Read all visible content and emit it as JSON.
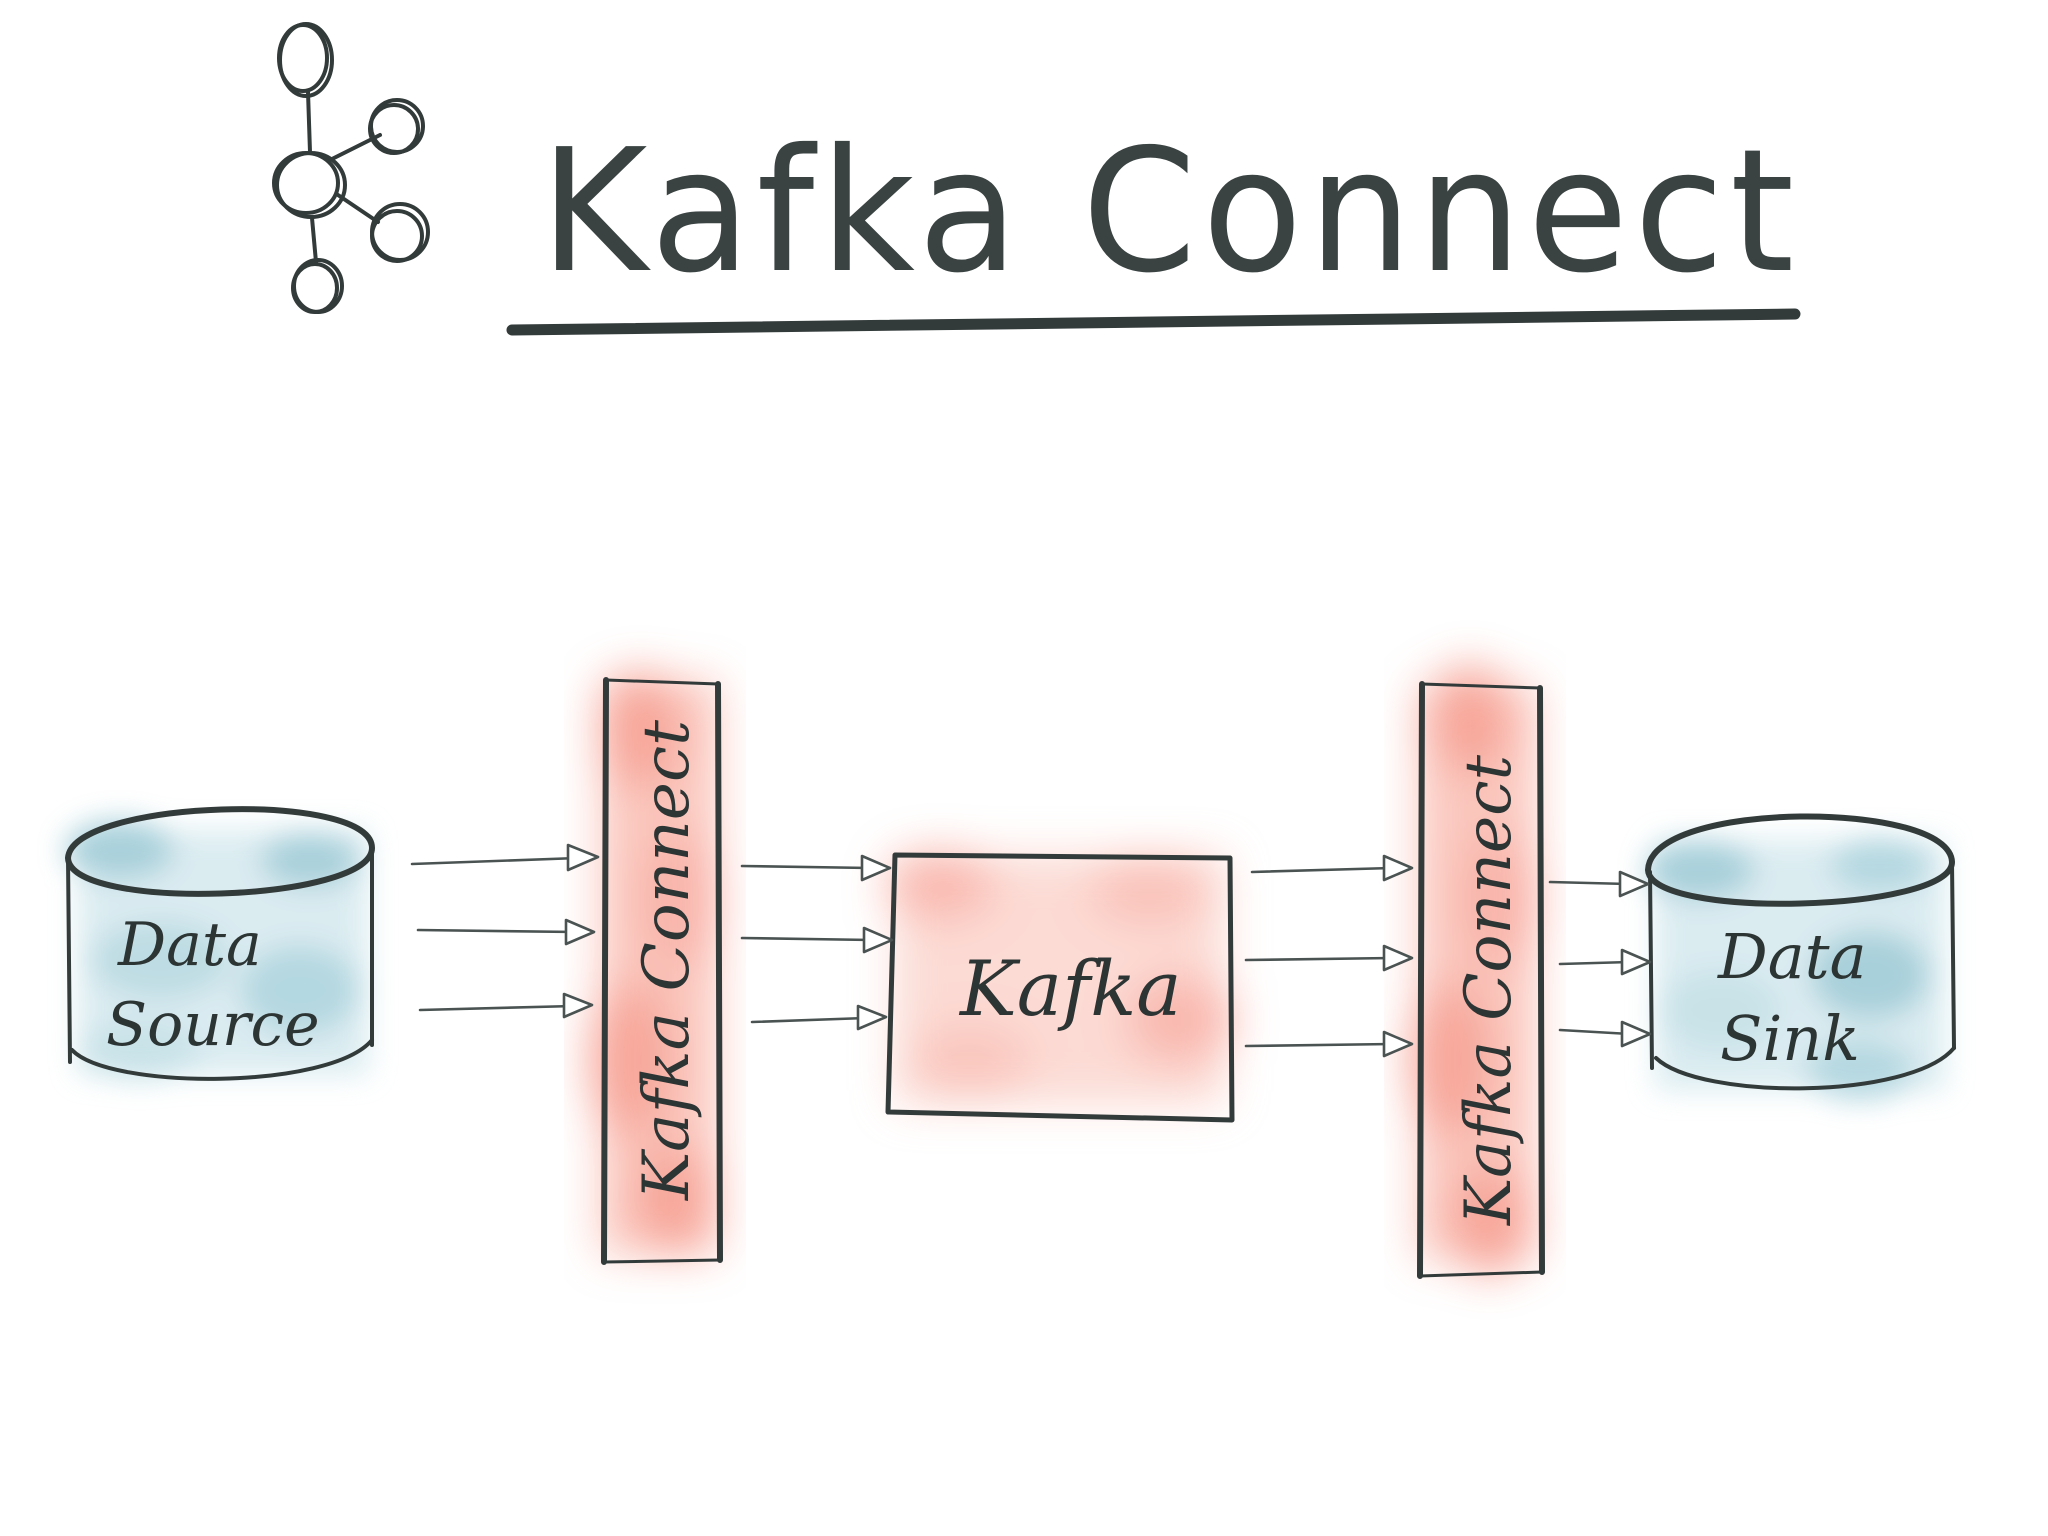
{
  "title": "Kafka Connect",
  "colors": {
    "ink": "#333a3a",
    "database_fill": "#9ccbd7",
    "kafka_fill": "#f58f7f"
  },
  "icons": {
    "logo": "kafka-cluster-icon"
  },
  "nodes": {
    "data_source": {
      "line1": "Data",
      "line2": "Source"
    },
    "source_connector": {
      "label": "Kafka Connect"
    },
    "kafka": {
      "label": "Kafka"
    },
    "sink_connector": {
      "label": "Kafka Connect"
    },
    "data_sink": {
      "line1": "Data",
      "line2": "Sink"
    }
  }
}
